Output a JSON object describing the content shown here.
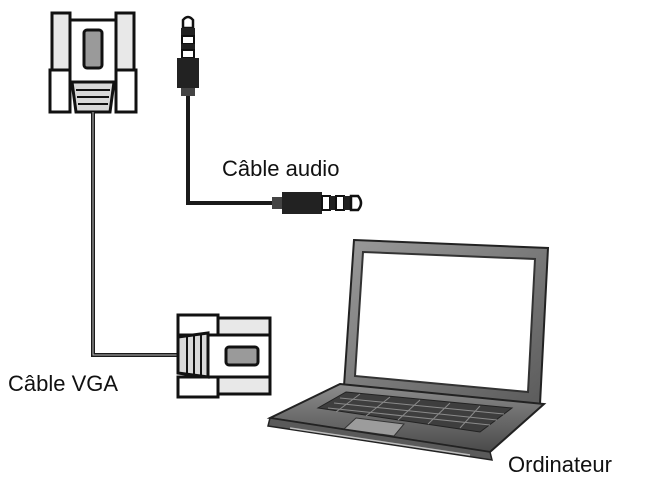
{
  "labels": {
    "audio_cable": "Câble audio",
    "vga_cable": "Câble VGA",
    "computer": "Ordinateur"
  },
  "colors": {
    "ink": "#111111",
    "cable": "#1a1a1a",
    "connector_gray": "#9a9a9a",
    "laptop_gray": "#6f6f6f",
    "screen": "#ffffff"
  },
  "icons": [
    "vga-connector-icon",
    "audio-jack-icon",
    "laptop-icon"
  ]
}
